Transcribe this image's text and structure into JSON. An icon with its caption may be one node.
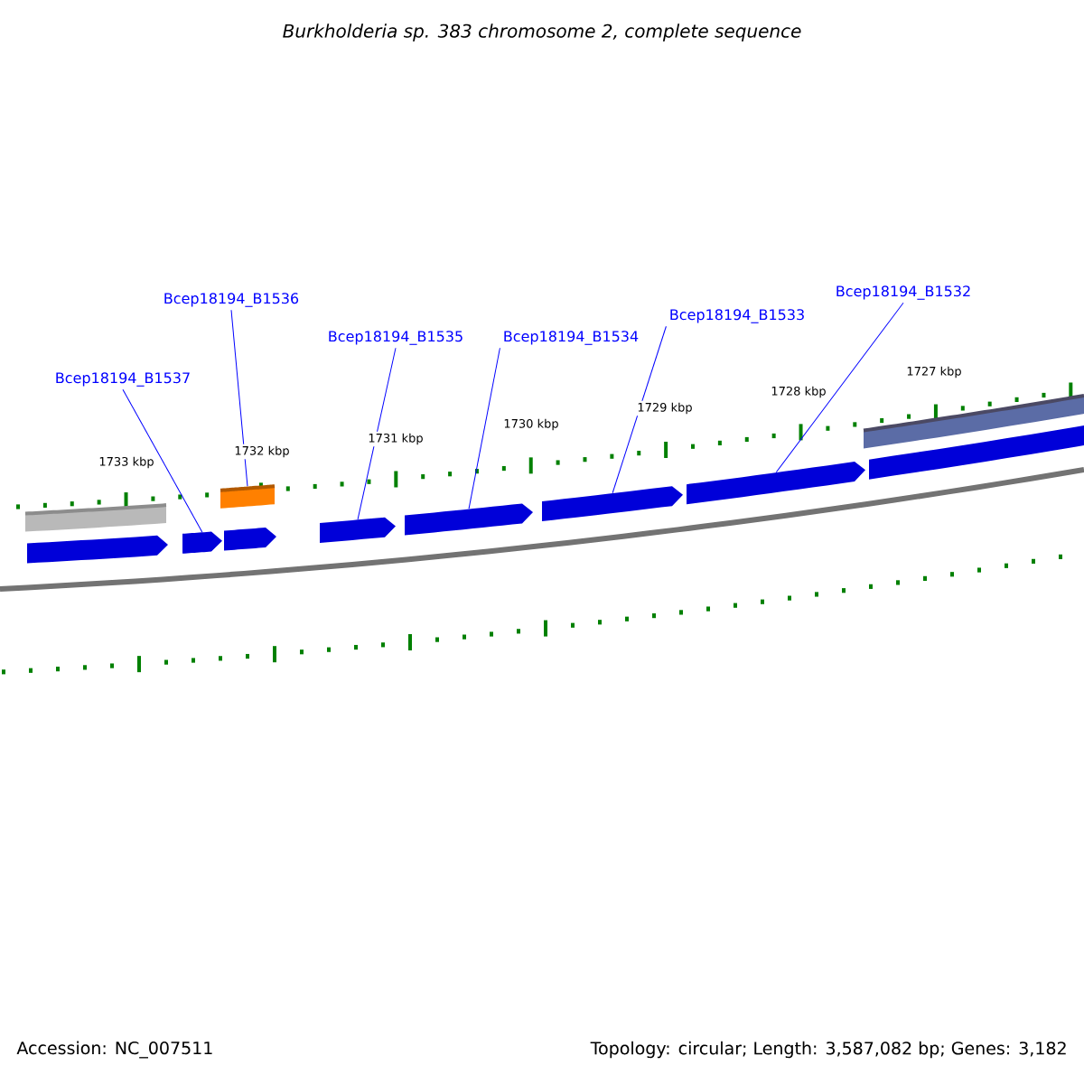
{
  "diagram": {
    "title": "Burkholderia sp. 383 chromosome 2, complete sequence",
    "nodes": [
      {
        "text": [
          "Bcep18194_B1537"
        ]
      },
      {
        "text": [
          "Bcep18194_B1536"
        ]
      },
      {
        "text": [
          "Bcep18194_B1535"
        ]
      },
      {
        "text": [
          "Bcep18194_B1534"
        ]
      },
      {
        "text": [
          "Bcep18194_B1533"
        ]
      },
      {
        "text": [
          "Bcep18194_B1532"
        ]
      },
      {
        "text": [],
        "shape": "bar"
      },
      {
        "text": [],
        "shape": "arrow"
      },
      {
        "text": [],
        "shape": "arrow"
      },
      {
        "text": [],
        "shape": "bar"
      },
      {
        "text": [],
        "shape": "arrow"
      },
      {
        "text": [],
        "shape": "arrow"
      },
      {
        "text": [],
        "shape": "arrow"
      },
      {
        "text": [],
        "shape": "arrow"
      },
      {
        "text": [],
        "shape": "arrow"
      },
      {
        "text": [],
        "shape": "bar"
      },
      {
        "text": [],
        "shape": "arrow"
      }
    ],
    "edges": [
      {
        "from": 0,
        "to": 8,
        "arrow": "none"
      },
      {
        "from": 1,
        "to": 9,
        "arrow": "none"
      },
      {
        "from": 2,
        "to": 11,
        "arrow": "none"
      },
      {
        "from": 3,
        "to": 12,
        "arrow": "none"
      },
      {
        "from": 4,
        "to": 13,
        "arrow": "none"
      },
      {
        "from": 5,
        "to": 14,
        "arrow": "none"
      }
    ],
    "labels": [
      "1733 kbp",
      "1732 kbp",
      "1731 kbp",
      "1730 kbp",
      "1729 kbp",
      "1728 kbp",
      "1727 kbp",
      "Accession: NC_007511",
      "Topology: circular; Length: 3,587,082 bp; Genes: 3,182"
    ]
  }
}
